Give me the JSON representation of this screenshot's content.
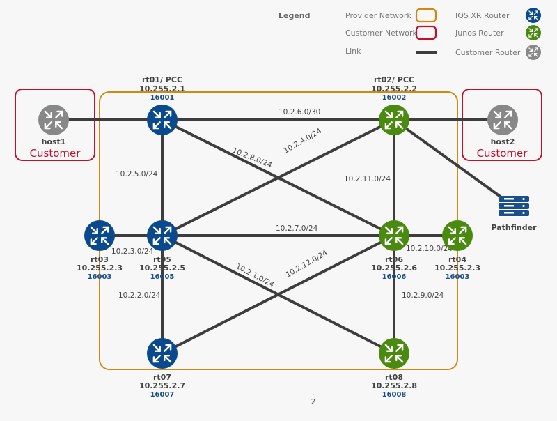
{
  "legend": {
    "title": "Legend",
    "items": [
      {
        "label": "Provider Network",
        "kind": "box",
        "color": "#d08a10"
      },
      {
        "label": "Customer Network",
        "kind": "box",
        "color": "#c0102c"
      },
      {
        "label": "Link",
        "kind": "line",
        "color": "#3d3d3d"
      },
      {
        "label": "IOS XR Router",
        "kind": "router",
        "color": "#0a4a8c"
      },
      {
        "label": "Junos Router",
        "kind": "router",
        "color": "#4a8a10"
      },
      {
        "label": "Customer Router",
        "kind": "router",
        "color": "#888888"
      }
    ]
  },
  "colors": {
    "iosxr": "#0a4a8c",
    "junos": "#4a8a10",
    "customer": "#888888",
    "provider_box": "#d08a10",
    "customer_box": "#c0102c",
    "link": "#3d3d3d",
    "pathfinder": "#1b4f8c"
  },
  "customer_label": "Customer",
  "nodes": [
    {
      "id": "host1",
      "name": "host1",
      "type": "customer"
    },
    {
      "id": "host2",
      "name": "host2",
      "type": "customer"
    },
    {
      "id": "rt01",
      "name": "rt01/ PCC",
      "ip": "10.255.2.1",
      "sid": "16001",
      "type": "iosxr"
    },
    {
      "id": "rt02",
      "name": "rt02/ PCC",
      "ip": "10.255.2.2",
      "sid": "16002",
      "type": "junos"
    },
    {
      "id": "rt03",
      "name": "rt03",
      "ip": "10.255.2.3",
      "sid": "16003",
      "type": "iosxr"
    },
    {
      "id": "rt05",
      "name": "rt05",
      "ip": "10.255.2.5",
      "sid": "16005",
      "type": "iosxr"
    },
    {
      "id": "rt06",
      "name": "rt06",
      "ip": "10.255.2.6",
      "sid": "16006",
      "type": "junos"
    },
    {
      "id": "rt04",
      "name": "rt04",
      "ip": "10.255.2.3",
      "sid": "16003",
      "type": "junos"
    },
    {
      "id": "rt07",
      "name": "rt07",
      "ip": "10.255.2.7",
      "sid": "16007",
      "type": "iosxr"
    },
    {
      "id": "rt08",
      "name": "rt08",
      "ip": "10.255.2.8",
      "sid": "16008",
      "type": "junos"
    },
    {
      "id": "pathfinder",
      "name": "Pathfinder",
      "type": "server"
    }
  ],
  "links": [
    {
      "a": "host1",
      "b": "rt01",
      "subnet": ""
    },
    {
      "a": "rt01",
      "b": "rt02",
      "subnet": "10.2.6.0/30"
    },
    {
      "a": "rt02",
      "b": "host2",
      "subnet": ""
    },
    {
      "a": "rt01",
      "b": "rt05",
      "subnet": "10.2.5.0/24"
    },
    {
      "a": "rt01",
      "b": "rt06",
      "subnet": "10.2.8.0/24"
    },
    {
      "a": "rt02",
      "b": "rt05",
      "subnet": "10.2.4.0/24"
    },
    {
      "a": "rt02",
      "b": "rt06",
      "subnet": "10.2.11.0/24"
    },
    {
      "a": "rt02",
      "b": "pathfinder",
      "subnet": ""
    },
    {
      "a": "rt03",
      "b": "rt05",
      "subnet": "10.2.3.0/24"
    },
    {
      "a": "rt05",
      "b": "rt06",
      "subnet": "10.2.7.0/24"
    },
    {
      "a": "rt06",
      "b": "rt04",
      "subnet": "10.2.10.0/24"
    },
    {
      "a": "rt05",
      "b": "rt07",
      "subnet": "10.2.2.0/24"
    },
    {
      "a": "rt05",
      "b": "rt08",
      "subnet": "10.2.1.0/24"
    },
    {
      "a": "rt07",
      "b": "rt06",
      "subnet": "10.2.12.0/24"
    },
    {
      "a": "rt06",
      "b": "rt08",
      "subnet": "10.2.9.0/24"
    }
  ],
  "footer": {
    "dot": ".",
    "page": "2"
  }
}
